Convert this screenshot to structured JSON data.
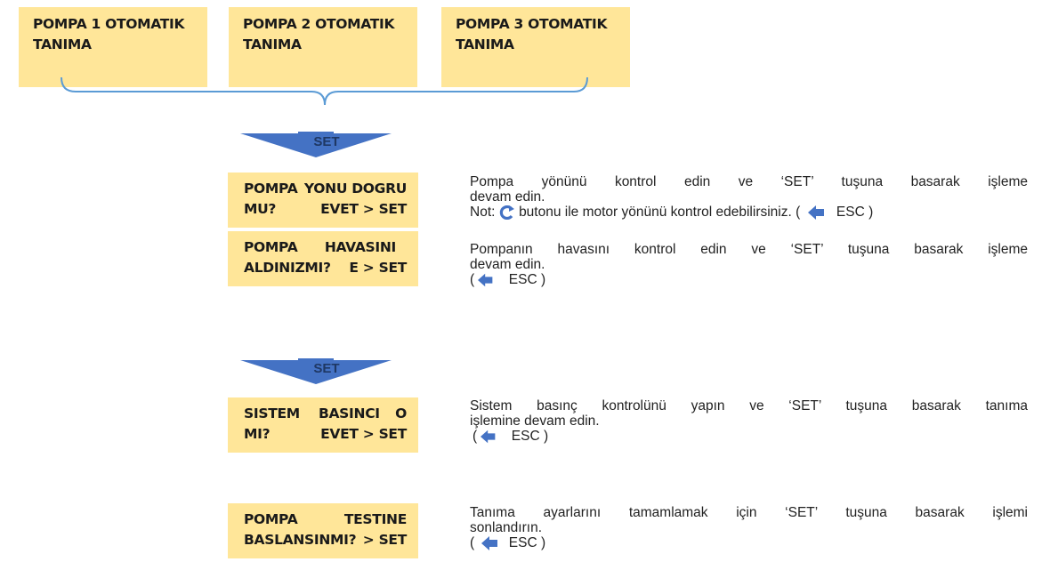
{
  "top_boxes": [
    {
      "line1": "POMPA 1 OTOMATIK",
      "line2": "TANIMA"
    },
    {
      "line1": "POMPA 2 OTOMATIK",
      "line2": "TANIMA"
    },
    {
      "line1": "POMPA 3 OTOMATIK",
      "line2": "TANIMA"
    }
  ],
  "arrow_label": "SET",
  "steps": [
    {
      "line1a": "POMPA",
      "line1b": "YONU DOGRU",
      "line2a": "MU?",
      "line2b": "EVET > SET"
    },
    {
      "line1a": "POMPA",
      "line1b": "HAVASINI",
      "line2a": "ALDINIZMI?",
      "line2b": "E > SET"
    },
    {
      "line1a": "SISTEM BASINCI",
      "line1b": "O",
      "line2a": "MI?",
      "line2b": "EVET > SET"
    },
    {
      "line1a": "POMPA",
      "line1b": "TESTINE",
      "line2a": "BASLANSINMI?",
      "line2b": "> SET"
    }
  ],
  "descriptions": [
    {
      "line1": "Pompa yönünü kontrol edin ve ‘SET’ tuşuna basarak işleme",
      "line2": "devam edin.",
      "note_prefix": "Not:",
      "note_text": "butonu ile motor yönünü kontrol edebilirsiniz. (",
      "esc": "ESC )"
    },
    {
      "line1": "Pompanın havasını kontrol edin ve ‘SET’ tuşuna basarak işleme",
      "line2": "devam edin.",
      "paren_open": "(",
      "esc": "ESC )"
    },
    {
      "line1": "Sistem basınç kontrolünü yapın ve  ‘SET’ tuşuna basarak tanıma",
      "line2": "işlemine devam edin.",
      "paren_open": "(",
      "esc": "ESC )"
    },
    {
      "line1": "Tanıma ayarlarını tamamlamak için ‘SET’ tuşuna basarak işlemi",
      "line2": "sonlandırın.",
      "paren_open": "(",
      "esc": "ESC )"
    }
  ],
  "colors": {
    "box_fill": "#ffe699",
    "arrow_fill": "#4472c4",
    "bracket": "#5b9bd5",
    "icon_blue": "#4472c4"
  },
  "icons": [
    "refresh-icon",
    "left-arrow-icon"
  ]
}
